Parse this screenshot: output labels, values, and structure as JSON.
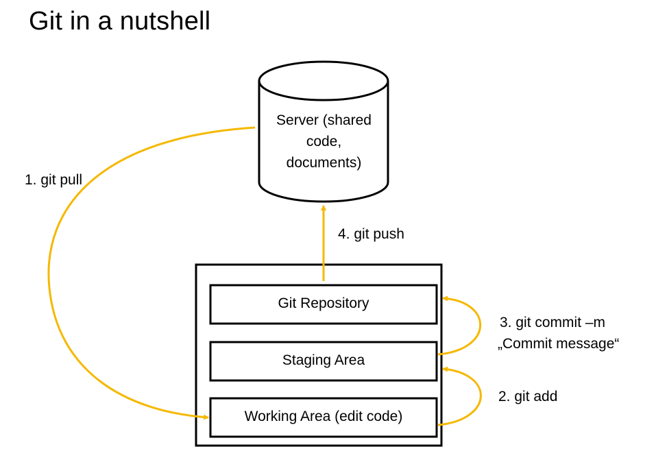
{
  "title": "Git in a nutshell",
  "server": {
    "lines": [
      "Server (shared",
      "code,",
      "documents)"
    ]
  },
  "areas": {
    "repository": "Git Repository",
    "staging": "Staging Area",
    "working": "Working Area (edit code)"
  },
  "steps": {
    "pull": "1. git pull",
    "add": "2. git add",
    "commit_line1": "3. git commit –m",
    "commit_line2": "„Commit message“",
    "push": "4. git push"
  },
  "colors": {
    "arrow": "#F5B800",
    "stroke": "#000000"
  }
}
